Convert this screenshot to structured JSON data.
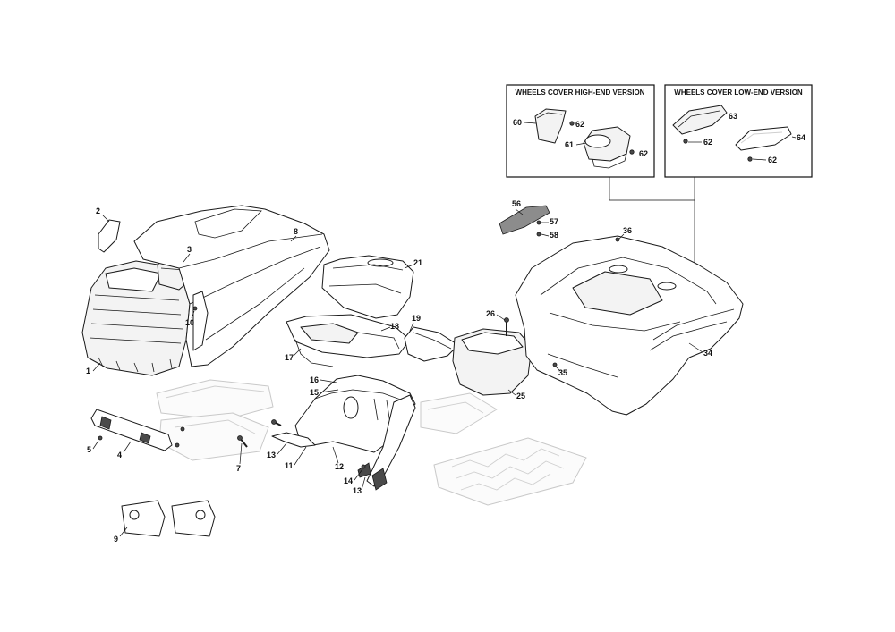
{
  "insets": {
    "high_end": {
      "title": "WHEELS COVER HIGH-END VERSION"
    },
    "low_end": {
      "title": "WHEELS COVER LOW-END VERSION"
    }
  },
  "callouts": {
    "c1": "1",
    "c2": "2",
    "c3": "3",
    "c4": "4",
    "c5": "5",
    "c7": "7",
    "c8": "8",
    "c9": "9",
    "c10": "10",
    "c11": "11",
    "c12": "12",
    "c13a": "13",
    "c13b": "13",
    "c14": "14",
    "c15": "15",
    "c16": "16",
    "c17": "17",
    "c18": "18",
    "c19": "19",
    "c21": "21",
    "c25": "25",
    "c26": "26",
    "c34": "34",
    "c35": "35",
    "c36": "36",
    "c56": "56",
    "c57": "57",
    "c58": "58",
    "c60": "60",
    "c61": "61",
    "c62a": "62",
    "c62b": "62",
    "c62c": "62",
    "c62d": "62",
    "c63": "63",
    "c64": "64"
  }
}
